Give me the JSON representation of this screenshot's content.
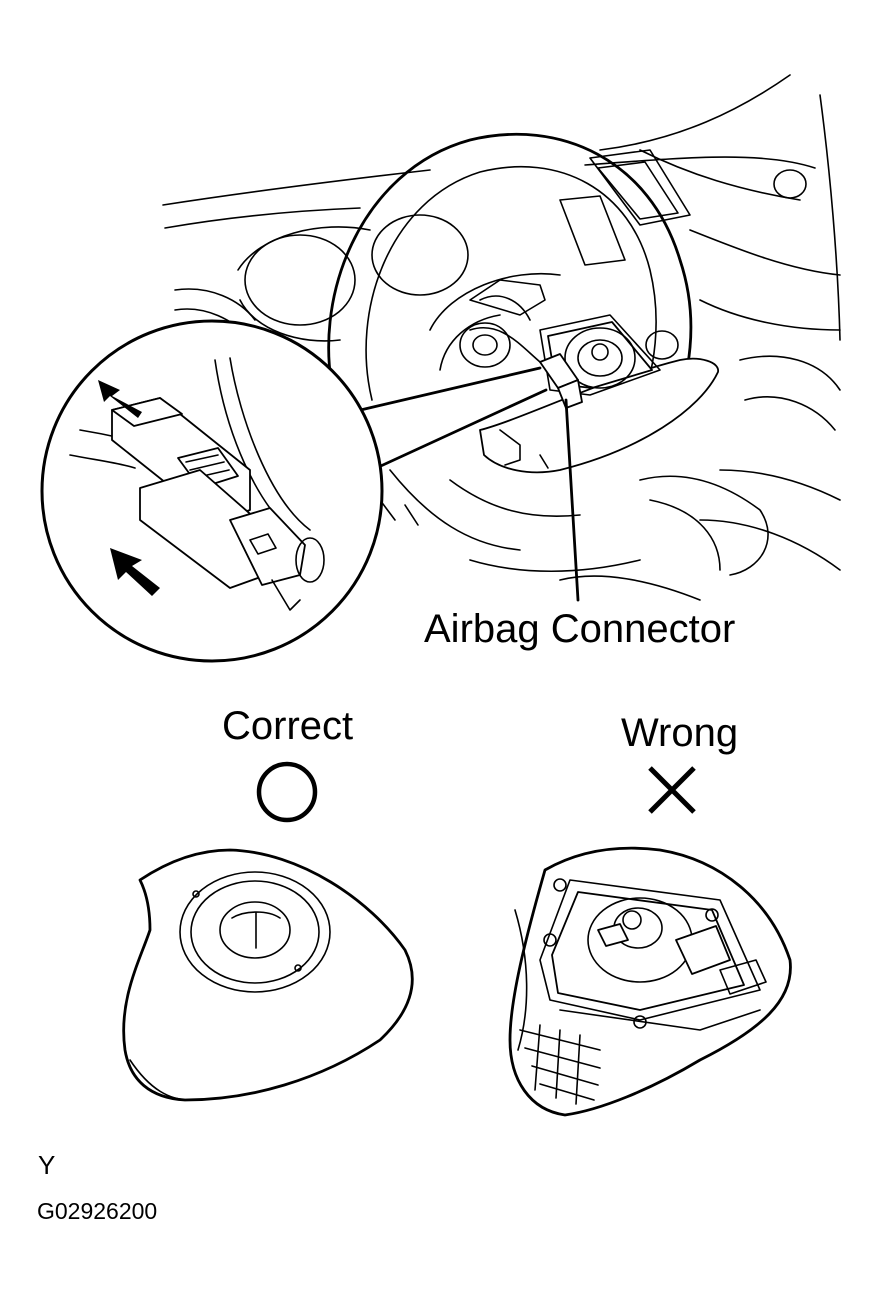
{
  "labels": {
    "connector": "Airbag Connector",
    "correct": "Correct",
    "wrong": "Wrong",
    "view_code": "Y",
    "figure_id": "G02926200"
  },
  "symbols": {
    "correct": "circle-mark",
    "wrong": "cross-mark"
  },
  "colors": {
    "ink": "#000000",
    "paper": "#ffffff"
  }
}
